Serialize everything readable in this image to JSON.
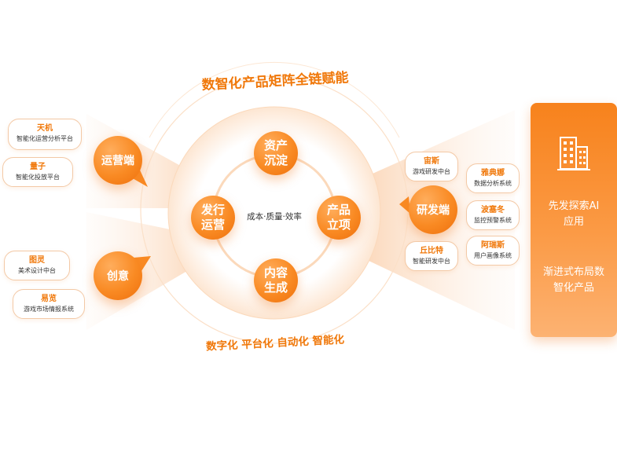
{
  "title_top": "数智化产品矩阵全链赋能",
  "title_bottom": "数字化 平台化 自动化 智能化",
  "center": {
    "label": "成本·质量·效率",
    "nodes": [
      {
        "key": "top",
        "label_line1": "资产",
        "label_line2": "沉淀"
      },
      {
        "key": "left",
        "label_line1": "发行",
        "label_line2": "运营"
      },
      {
        "key": "right",
        "label_line1": "产品",
        "label_line2": "立项"
      },
      {
        "key": "bottom",
        "label_line1": "内容",
        "label_line2": "生成"
      }
    ]
  },
  "hubs": {
    "operations": "运营端",
    "creative": "创意",
    "rnd": "研发端"
  },
  "left_products": [
    {
      "name": "天机",
      "desc": "智能化运营分析平台"
    },
    {
      "name": "量子",
      "desc": "智能化投放平台"
    },
    {
      "name": "图灵",
      "desc": "美术设计中台"
    },
    {
      "name": "易览",
      "desc": "游戏市场情报系统"
    }
  ],
  "right_products": [
    {
      "name": "宙斯",
      "desc": "游戏研发中台"
    },
    {
      "name": "丘比特",
      "desc": "智能研发中台"
    },
    {
      "name": "雅典娜",
      "desc": "数据分析系统"
    },
    {
      "name": "波塞冬",
      "desc": "监控预警系统"
    },
    {
      "name": "阿瑞斯",
      "desc": "用户画像系统"
    }
  ],
  "card": {
    "icon": "building-icon",
    "line1": "先发探索AI",
    "line2": "应用",
    "line3": "渐进式布局数",
    "line4": "智化产品"
  },
  "colors": {
    "accent": "#f0780a",
    "accent_light": "#fbb06a",
    "ring": "#fbdcc0"
  }
}
